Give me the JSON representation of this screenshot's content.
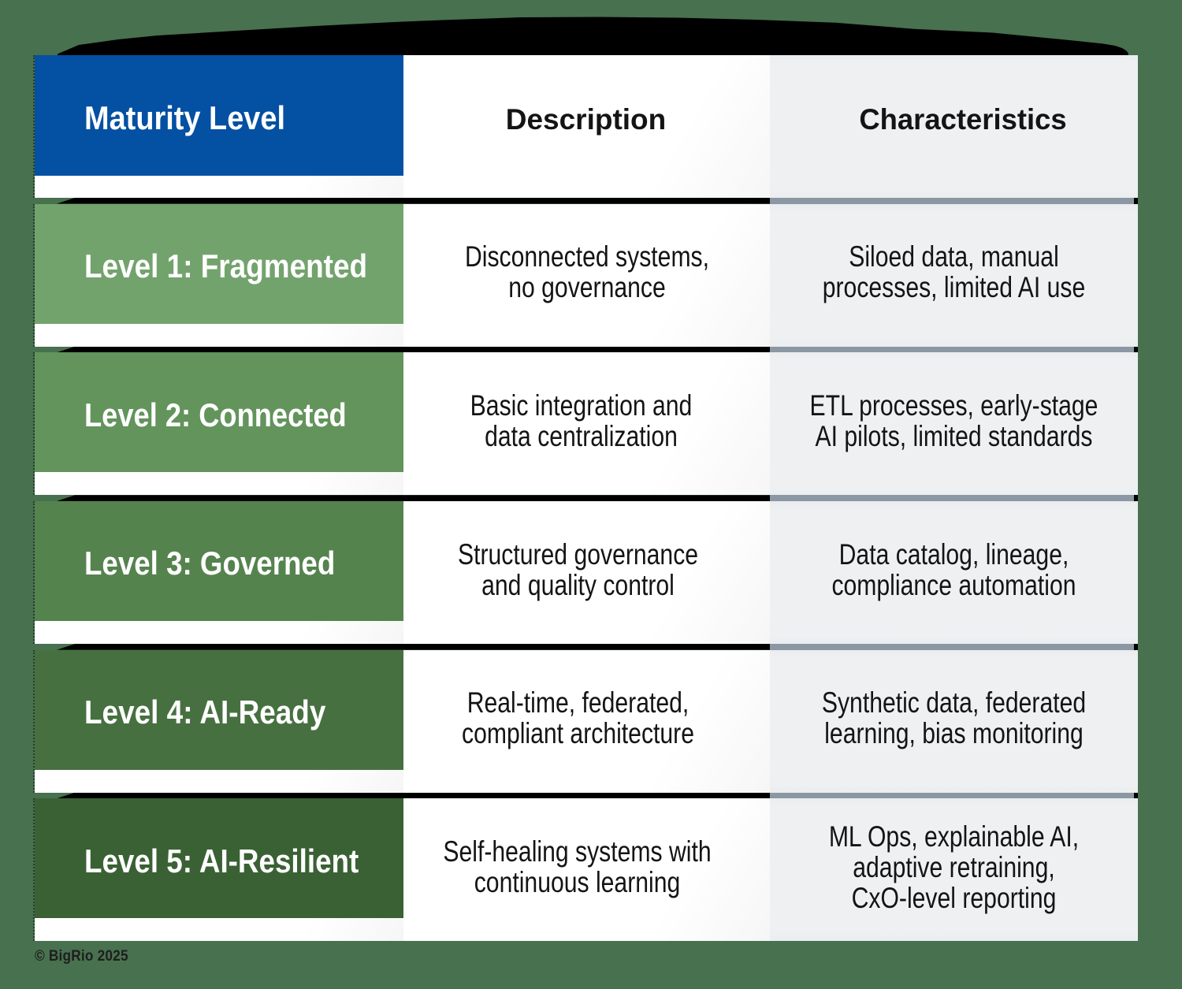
{
  "page": {
    "background_color": "#48714f",
    "footer": "© BigRio 2025"
  },
  "table": {
    "header": {
      "level": "Maturity Level",
      "description": "Description",
      "characteristics": "Characteristics",
      "level_bg_color": "#0450a3"
    },
    "rows": [
      {
        "level": "Level 1: Fragmented",
        "color": "#73a36d",
        "description": [
          "Disconnected systems,",
          "no governance"
        ],
        "characteristics": [
          "Siloed data, manual",
          "processes, limited AI use"
        ]
      },
      {
        "level": "Level 2: Connected",
        "color": "#62945c",
        "description": [
          "Basic integration and",
          "data centralization"
        ],
        "characteristics": [
          "ETL processes, early-stage",
          "AI pilots, limited standards"
        ]
      },
      {
        "level": "Level 3: Governed",
        "color": "#55834e",
        "description": [
          "Structured governance",
          "and quality control"
        ],
        "characteristics": [
          "Data catalog, lineage,",
          "compliance automation"
        ]
      },
      {
        "level": "Level 4: AI-Ready",
        "color": "#477041",
        "description": [
          "Real-time, federated,",
          "compliant architecture"
        ],
        "characteristics": [
          "Synthetic data, federated",
          "learning, bias monitoring"
        ]
      },
      {
        "level": "Level 5: AI-Resilient",
        "color": "#3a6134",
        "description": [
          "Self-healing systems with",
          "continuous learning"
        ],
        "characteristics": [
          "ML Ops, explainable AI,",
          "adaptive retraining,",
          "CxO-level reporting"
        ]
      }
    ],
    "colors": {
      "characteristics_bg": "#eef0f2",
      "separator_gray": "#8b98a3",
      "shadow_black": "#000000"
    }
  }
}
